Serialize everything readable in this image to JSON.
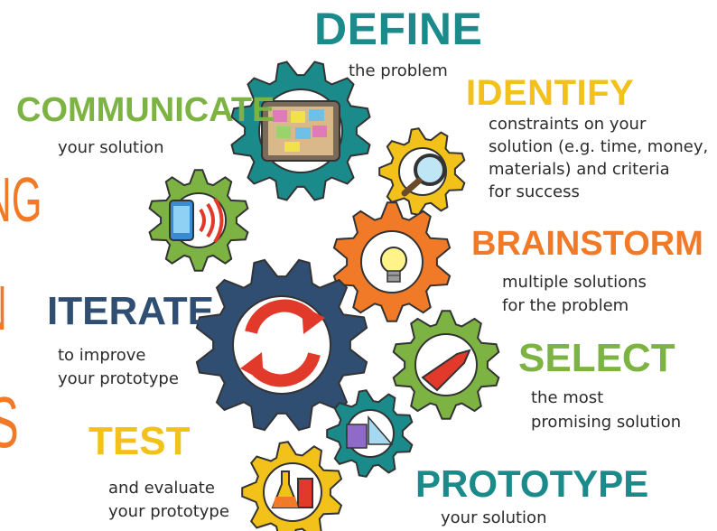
{
  "colors": {
    "teal": "#1a8a8a",
    "green": "#7cb342",
    "orange": "#f07a28",
    "yellow": "#f2c21b",
    "navy": "#2f4e72",
    "red": "#e23a2a",
    "text": "#2b2b2b"
  },
  "partial_title": {
    "line1": "NG",
    "line2": "N",
    "line3": "S"
  },
  "steps": [
    {
      "key": "define",
      "heading": "DEFINE",
      "lines": [
        "the problem"
      ],
      "icon": "tablet-sticky-notes-icon"
    },
    {
      "key": "identify",
      "heading": "IDENTIFY",
      "lines": [
        "constraints on your",
        "solution (e.g. time, money,",
        "materials) and criteria",
        "for success"
      ],
      "icon": "magnifier-icon"
    },
    {
      "key": "brainstorm",
      "heading": "BRAINSTORM",
      "lines": [
        "multiple solutions",
        "for the problem"
      ],
      "icon": "lightbulb-icon"
    },
    {
      "key": "select",
      "heading": "SELECT",
      "lines": [
        "the most",
        "promising solution"
      ],
      "icon": "arrow-icon"
    },
    {
      "key": "prototype",
      "heading": "PROTOTYPE",
      "lines": [
        "your solution"
      ],
      "icon": "ruler-calculator-icon"
    },
    {
      "key": "test",
      "heading": "TEST",
      "lines": [
        "and evaluate",
        "your prototype"
      ],
      "icon": "beakers-icon"
    },
    {
      "key": "iterate",
      "heading": "ITERATE",
      "lines": [
        "to improve",
        "your prototype"
      ],
      "icon": "cycle-arrows-icon"
    },
    {
      "key": "communicate",
      "heading": "COMMUNICATE",
      "lines": [
        "your solution"
      ],
      "icon": "phone-signal-icon"
    }
  ]
}
